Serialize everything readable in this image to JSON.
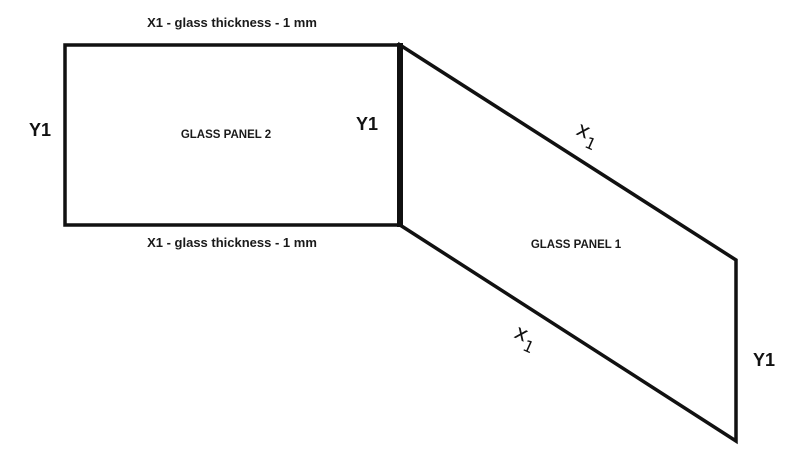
{
  "labels": {
    "top_edge": "X1 - glass thickness - 1 mm",
    "bottom_edge": "X1 - glass thickness - 1 mm",
    "panel_2": "GLASS PANEL  2",
    "panel_1": "GLASS PANEL 1",
    "y_left": "Y1",
    "y_middle": "Y1",
    "y_right": "Y1",
    "x_top_diag": "x",
    "x_top_diag_sub": "1",
    "x_bottom_diag": "x",
    "x_bottom_diag_sub": "1"
  },
  "colors": {
    "stroke": "#111111",
    "background": "#ffffff"
  }
}
